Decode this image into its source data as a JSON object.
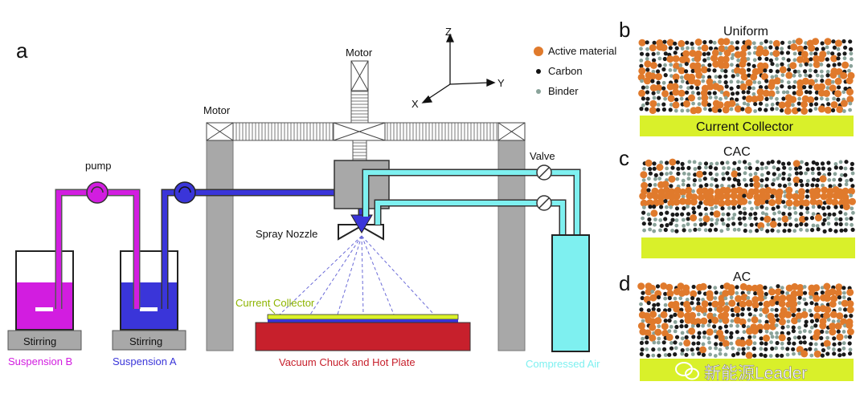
{
  "panels": {
    "a": "a",
    "b": "b",
    "c": "c",
    "d": "d"
  },
  "apparatus": {
    "motor_top": "Motor",
    "motor_left": "Motor",
    "pump": "pump",
    "valve": "Valve",
    "spray_nozzle": "Spray Nozzle",
    "current_collector": "Current Collector",
    "hot_plate": "Vacuum Chuck and Hot Plate",
    "compressed_air": "Compressed Air",
    "stirring_b": "Stirring",
    "stirring_a": "Stirring",
    "suspension_b": "Suspension B",
    "suspension_a": "Suspension A"
  },
  "axes": {
    "z": "Z",
    "y": "Y",
    "x": "X"
  },
  "legend": {
    "active": "Active material",
    "carbon": "Carbon",
    "binder": "Binder"
  },
  "electrodes": {
    "uniform": {
      "title": "Uniform",
      "collector": "Current Collector"
    },
    "cac": {
      "title": "CAC"
    },
    "ac": {
      "title": "AC"
    }
  },
  "watermark": "新能源Leader",
  "colors": {
    "active": "#e07a2c",
    "carbon": "#1a1a1a",
    "binder": "#8aa39a",
    "collector": "#d9f02a",
    "suspension_a": "#3a35d9",
    "suspension_b": "#d21de0",
    "air": "#7ef0f0",
    "hot_plate": "#c7202c",
    "frame": "#a8a8a8"
  }
}
